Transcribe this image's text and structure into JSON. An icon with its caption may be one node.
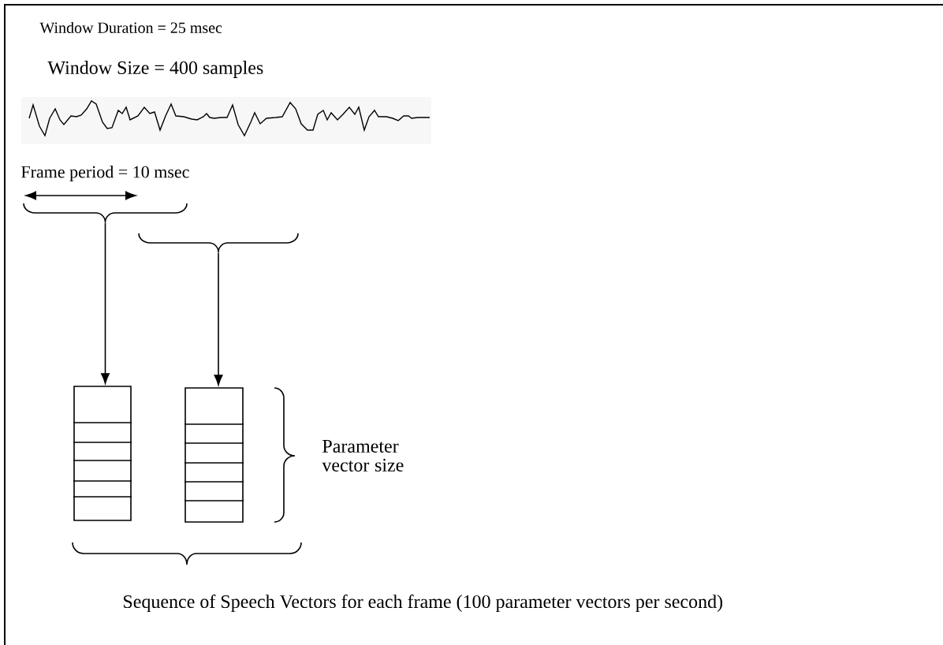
{
  "diagram": {
    "nodes": [
      {
        "text": [],
        "shape": "brace"
      },
      {
        "text": [],
        "shape": "brace"
      },
      {
        "text": [],
        "shape": "box"
      },
      {
        "text": [],
        "shape": "box"
      }
    ],
    "edges": [
      {
        "from": 0,
        "to": 2,
        "arrow": "to"
      },
      {
        "from": 1,
        "to": 3,
        "arrow": "to"
      }
    ],
    "labels": [
      "Window Duration = 25 msec",
      "Window Size = 400 samples",
      "Frame period = 10 msec",
      "Parameter vector size",
      "Sequence of Speech Vectors for each frame (100 parameter vectors per second)"
    ]
  }
}
